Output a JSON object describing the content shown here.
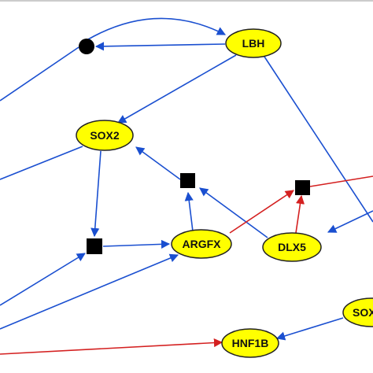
{
  "colors": {
    "activation": "#1a4fd0",
    "inhibition": "#d42020",
    "node_fill": "#ffff00",
    "node_stroke": "#222222",
    "complex": "#000000"
  },
  "nodes": {
    "lbh": {
      "label": "LBH"
    },
    "sox2": {
      "label": "SOX2"
    },
    "argfx": {
      "label": "ARGFX"
    },
    "dlx5": {
      "label": "DLX5"
    },
    "hnf1b": {
      "label": "HNF1B"
    },
    "sox_partial": {
      "label": "SOX"
    }
  }
}
